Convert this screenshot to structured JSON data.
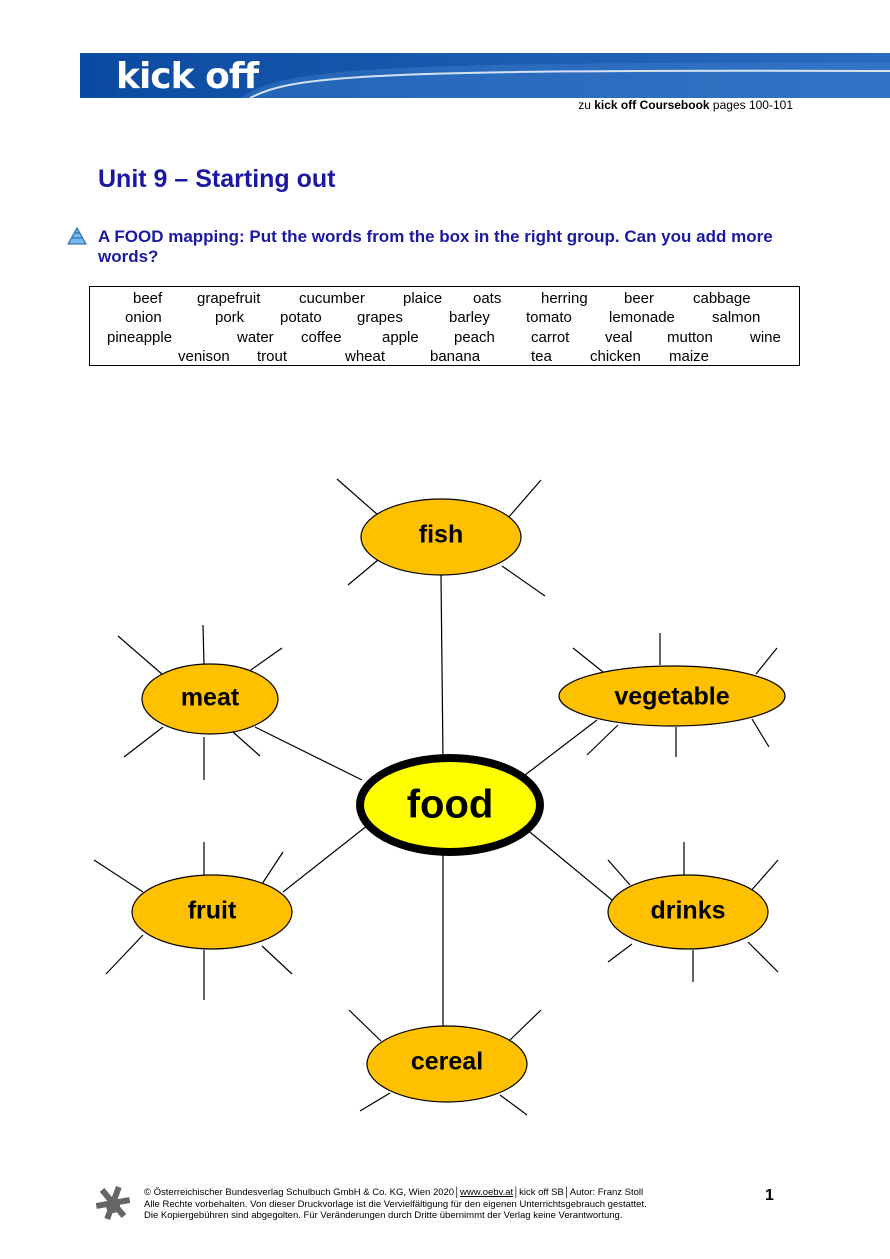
{
  "header": {
    "logo": "kick off",
    "course_ref_prefix": "zu ",
    "course_ref_bold": "kick off Coursebook",
    "course_ref_suffix": " pages 100-101",
    "brand_color": "#0a4aa0"
  },
  "unit_title": "Unit 9 – Starting out",
  "instruction": {
    "icon": "triangle-pyramid-icon",
    "text": "A FOOD mapping: Put the words from the box in the right group. Can you add more words?"
  },
  "word_box": {
    "rows": [
      [
        "beef",
        "grapefruit",
        "cucumber",
        "plaice",
        "oats",
        "herring",
        "beer",
        "cabbage"
      ],
      [
        "onion",
        "pork",
        "potato",
        "grapes",
        "barley",
        "tomato",
        "lemonade",
        "salmon"
      ],
      [
        "pineapple",
        "water",
        "coffee",
        "apple",
        "peach",
        "carrot",
        "veal",
        "mutton",
        "wine"
      ],
      [
        "venison",
        "trout",
        "wheat",
        "banana",
        "tea",
        "chicken",
        "maize"
      ]
    ]
  },
  "mindmap": {
    "center": "food",
    "center_fill": "#ffff00",
    "bubble_fill": "#ffc000",
    "categories": {
      "fish": "fish",
      "vegetable": "vegetable",
      "meat": "meat",
      "fruit": "fruit",
      "drinks": "drinks",
      "cereal": "cereal"
    }
  },
  "footer": {
    "line1_a": "© Österreichischer Bundesverlag Schulbuch GmbH & Co. KG, Wien 2020│",
    "line1_link": "www.oebv.at",
    "line1_b": "│kick off SB│Autor: Franz Stoll",
    "line2": "Alle Rechte vorbehalten. Von dieser Druckvorlage ist die Vervielfältigung für den eigenen Unterrichtsgebrauch gestattet.",
    "line3": "Die Kopiergebühren sind abgegolten. Für Veränderungen durch Dritte übernimmt der Verlag keine Verantwortung.",
    "logo": "öbv",
    "page_number": "1"
  }
}
